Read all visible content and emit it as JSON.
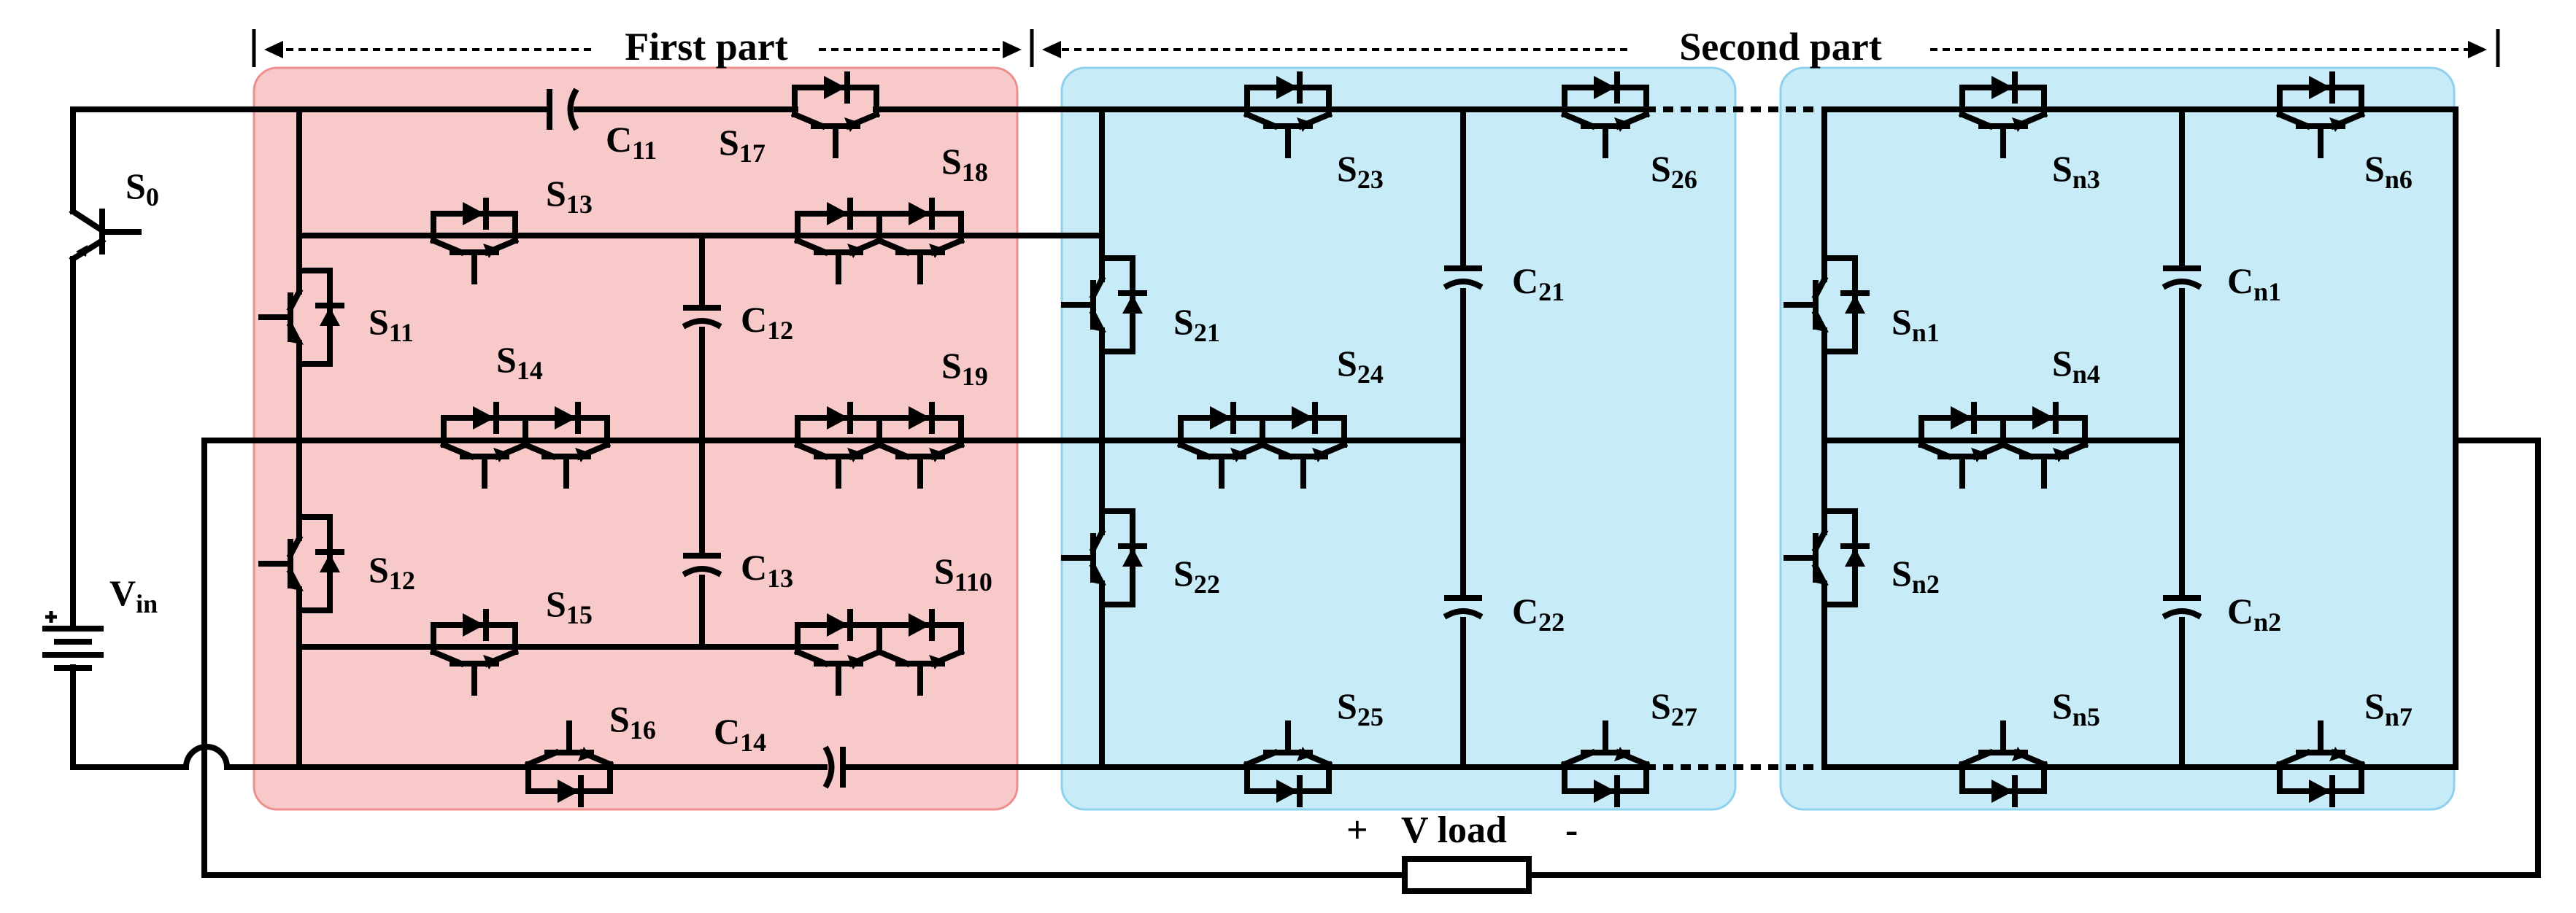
{
  "colors": {
    "first_part_fill": "#f8c9c9",
    "first_part_stroke": "#ee8f8f",
    "second_part_fill": "#c8ebf8",
    "second_part_stroke": "#8fd0ec",
    "wire": "#000000"
  },
  "headers": {
    "first_part": "First part",
    "second_part": "Second part"
  },
  "labels": {
    "S0": [
      "S",
      "0"
    ],
    "Vin": [
      "V",
      "in"
    ],
    "S11": [
      "S",
      "11"
    ],
    "S12": [
      "S",
      "12"
    ],
    "S13": [
      "S",
      "13"
    ],
    "S14": [
      "S",
      "14"
    ],
    "S15": [
      "S",
      "15"
    ],
    "S16": [
      "S",
      "16"
    ],
    "S17": [
      "S",
      "17"
    ],
    "S18": [
      "S",
      "18"
    ],
    "S19": [
      "S",
      "19"
    ],
    "S110": [
      "S",
      "110"
    ],
    "C11": [
      "C",
      "11"
    ],
    "C12": [
      "C",
      "12"
    ],
    "C13": [
      "C",
      "13"
    ],
    "C14": [
      "C",
      "14"
    ],
    "S21": [
      "S",
      "21"
    ],
    "S22": [
      "S",
      "22"
    ],
    "S23": [
      "S",
      "23"
    ],
    "S24": [
      "S",
      "24"
    ],
    "S25": [
      "S",
      "25"
    ],
    "S26": [
      "S",
      "26"
    ],
    "S27": [
      "S",
      "27"
    ],
    "C21": [
      "C",
      "21"
    ],
    "C22": [
      "C",
      "22"
    ],
    "Sn1": [
      "S",
      "n1"
    ],
    "Sn2": [
      "S",
      "n2"
    ],
    "Sn3": [
      "S",
      "n3"
    ],
    "Sn4": [
      "S",
      "n4"
    ],
    "Sn5": [
      "S",
      "n5"
    ],
    "Sn6": [
      "S",
      "n6"
    ],
    "Sn7": [
      "S",
      "n7"
    ],
    "Cn1": [
      "C",
      "n1"
    ],
    "Cn2": [
      "C",
      "n2"
    ]
  },
  "load": {
    "plus": "+",
    "text": "V load",
    "minus": "-"
  }
}
